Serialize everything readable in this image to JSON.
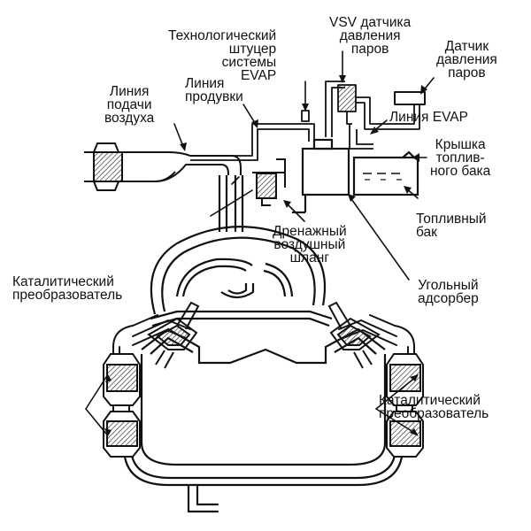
{
  "labels": {
    "tech_fitting": [
      "Технологический",
      "штуцер",
      "системы",
      "EVAP"
    ],
    "vsv": [
      "VSV датчика",
      "давления",
      "паров"
    ],
    "pressure_sensor": [
      "Датчик",
      "давления",
      "паров"
    ],
    "air_line": [
      "Линия",
      "подачи",
      "воздуха"
    ],
    "purge_line": [
      "Линия",
      "продувки"
    ],
    "evap_line": "Линия EVAP",
    "tank_cap": [
      "Крышка",
      "топлив-",
      "ного бака"
    ],
    "fuel_tank": [
      "Топливный",
      "бак"
    ],
    "drain_hose": [
      "Дренажный",
      "воздушный",
      "шланг"
    ],
    "charcoal": [
      "Угольный",
      "адсорбер"
    ],
    "catalyst_left": [
      "Каталитический",
      "преобразователь"
    ],
    "catalyst_right": [
      "Каталитический",
      "преобразователь"
    ]
  },
  "colors": {
    "ink": "#111111",
    "pipe_fill": "#f2f2f2",
    "hatch": "#333333"
  }
}
